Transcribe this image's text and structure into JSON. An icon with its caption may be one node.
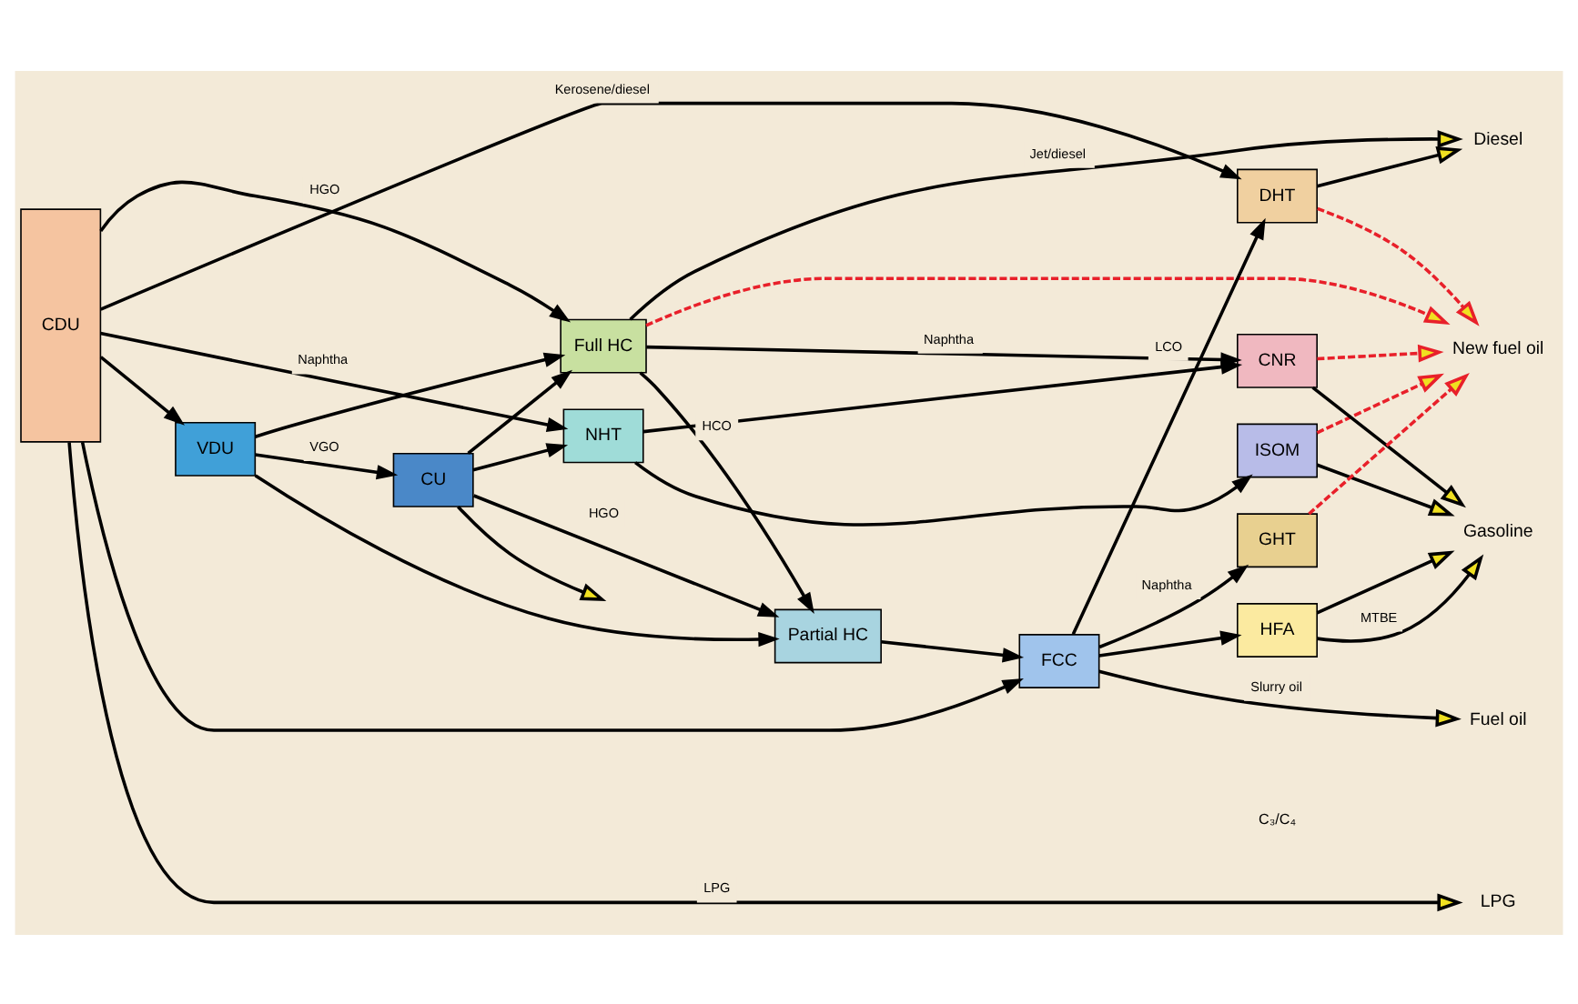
{
  "diagram": {
    "nodes": [
      {
        "text": [
          "CDU"
        ]
      },
      {
        "text": [
          "NHT"
        ]
      },
      {
        "text": [
          "ISOM"
        ]
      },
      {
        "text": [
          "HFA"
        ]
      },
      {
        "text": [
          "CNR"
        ]
      },
      {
        "text": [
          "Full HC"
        ]
      },
      {
        "text": [
          "DHT"
        ]
      },
      {
        "text": [
          "VDU"
        ]
      },
      {
        "text": [
          "CU"
        ]
      },
      {
        "text": [
          "Partial HC"
        ]
      },
      {
        "text": [
          "FCC"
        ]
      },
      {
        "text": [
          "GHT"
        ]
      },
      {
        "text": [
          "LPG"
        ]
      },
      {
        "text": [
          "Gasoline"
        ]
      },
      {
        "text": [
          "New fuel oil"
        ]
      },
      {
        "text": [
          "Diesel"
        ]
      },
      {
        "text": [
          "Fuel oil"
        ]
      }
    ],
    "edges": [
      {
        "from": 0,
        "to": 12,
        "arrow": "to",
        "label": "LPG"
      },
      {
        "from": 0,
        "to": 1,
        "arrow": "to",
        "label": "Naphtha"
      },
      {
        "from": 0,
        "to": 6,
        "arrow": "to",
        "label": "Kerosene/diesel"
      },
      {
        "from": 0,
        "to": 5,
        "arrow": "to",
        "label": "HGO"
      },
      {
        "from": 0,
        "to": 10,
        "arrow": "to"
      },
      {
        "from": 0,
        "to": 7,
        "arrow": "to"
      },
      {
        "from": 7,
        "to": 5,
        "arrow": "to"
      },
      {
        "from": 7,
        "to": 9,
        "arrow": "to"
      },
      {
        "from": 7,
        "to": 8,
        "arrow": "to",
        "label": "VGO"
      },
      {
        "from": 8,
        "to": 1,
        "arrow": "to"
      },
      {
        "from": 8,
        "to": 5,
        "arrow": "to"
      },
      {
        "from": 8,
        "to": 9,
        "arrow": "to",
        "label": "HGO"
      },
      {
        "from": 8,
        "to": null,
        "arrow": "to"
      },
      {
        "from": 1,
        "to": 2,
        "arrow": "to"
      },
      {
        "from": 1,
        "to": 4,
        "arrow": "to"
      },
      {
        "from": 5,
        "to": 4,
        "arrow": "to",
        "label": "Naphtha"
      },
      {
        "from": 5,
        "to": 15,
        "arrow": "to",
        "label": "Jet/diesel"
      },
      {
        "from": 5,
        "to": 14,
        "arrow": "to",
        "style": "dashed",
        "color": "#e8202a"
      },
      {
        "from": 5,
        "to": 9,
        "arrow": "to",
        "label": "HCO"
      },
      {
        "from": 9,
        "to": 10,
        "arrow": "to"
      },
      {
        "from": 10,
        "to": 3,
        "arrow": "to"
      },
      {
        "from": 10,
        "to": 6,
        "arrow": "to",
        "label": "LCO"
      },
      {
        "from": 10,
        "to": 11,
        "arrow": "to",
        "label": "Naphtha"
      },
      {
        "from": 10,
        "to": 16,
        "arrow": "to",
        "label": "Slurry oil"
      },
      {
        "from": 2,
        "to": 13,
        "arrow": "to"
      },
      {
        "from": 2,
        "to": 14,
        "arrow": "to",
        "style": "dashed",
        "color": "#e8202a"
      },
      {
        "from": 3,
        "to": 13,
        "arrow": "to"
      },
      {
        "from": 3,
        "to": 13,
        "arrow": "to",
        "label": "MTBE"
      },
      {
        "from": 4,
        "to": 13,
        "arrow": "to"
      },
      {
        "from": 4,
        "to": 14,
        "arrow": "to",
        "style": "dashed",
        "color": "#e8202a"
      },
      {
        "from": 6,
        "to": 14,
        "arrow": "to",
        "style": "dashed",
        "color": "#e8202a"
      },
      {
        "from": 6,
        "to": 15,
        "arrow": "to"
      },
      {
        "from": 11,
        "to": 14,
        "arrow": "to",
        "style": "dashed",
        "color": "#e8202a"
      }
    ],
    "labels": [
      "C₃/C₄"
    ]
  }
}
